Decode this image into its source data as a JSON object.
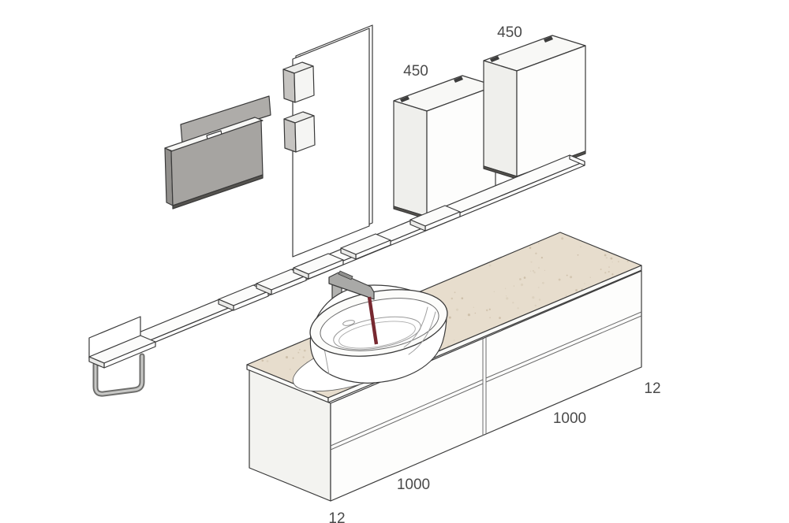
{
  "diagram": {
    "description": "Isometric exploded drawing of a bathroom vanity wall composition",
    "labels": {
      "cab_left": "450",
      "cab_right": "450",
      "side_right": "12",
      "module_right": "1000",
      "module_left": "1000",
      "side_bottom": "12"
    },
    "colors": {
      "outline": "#3a3a3a",
      "countertop": "#e7ddcd",
      "countertop_speckle": "#c4b49c",
      "open_shelf_gray": "#a6a4a1",
      "faucet_metal": "#b2b2b0",
      "water_stream": "#772830",
      "label_text": "#4a4a4a",
      "background": "#ffffff"
    },
    "components": [
      "wall-mirror",
      "mirror-clip",
      "open-wall-shelf",
      "wall-cabinet-left",
      "wall-cabinet-right",
      "mounting-bracket",
      "wall-rail-shelf",
      "rail-shelf-tab",
      "towel-bar",
      "vanity-unit",
      "vanity-countertop",
      "drawer-front",
      "vessel-sink",
      "tall-faucet",
      "water-stream"
    ]
  }
}
